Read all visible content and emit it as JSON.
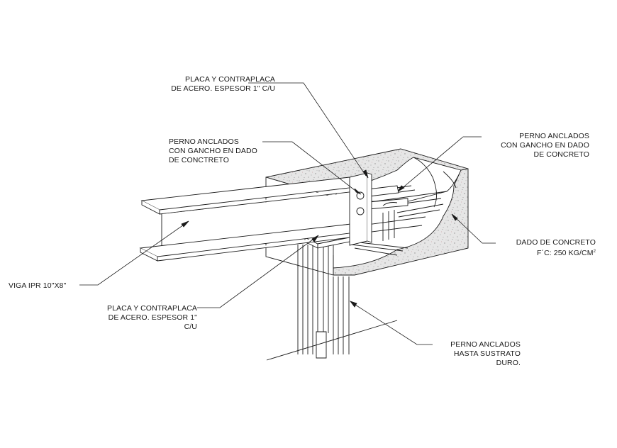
{
  "labels": {
    "placa_top": [
      "PLACA Y CONTRAPLACA",
      "DE ACERO. ESPESOR 1\"  C/U"
    ],
    "perno_left": [
      "PERNO ANCLADOS",
      "CON GANCHO EN DADO",
      "DE CONCTRETO"
    ],
    "perno_right": [
      "PERNO ANCLADOS",
      "CON GANCHO EN DADO",
      "DE CONCRETO"
    ],
    "dado": [
      "DADO DE CONCRETO",
      "F´C: 250 KG/CM"
    ],
    "dado_sup": "2",
    "viga": "VIGA IPR 10\"X8\"",
    "placa_bottom": [
      "PLACA Y CONTRAPLACA",
      "DE ACERO. ESPESOR 1\"",
      "C/U"
    ],
    "perno_sustrato": [
      "PERNO ANCLADOS",
      "HASTA SUSTRATO",
      "DURO."
    ]
  },
  "colors": {
    "line": "#1a1a1a",
    "concrete_fill": "#e4e4e4",
    "concrete_dots": "#9a9a9a",
    "rebar_dots": "#c0505a"
  }
}
